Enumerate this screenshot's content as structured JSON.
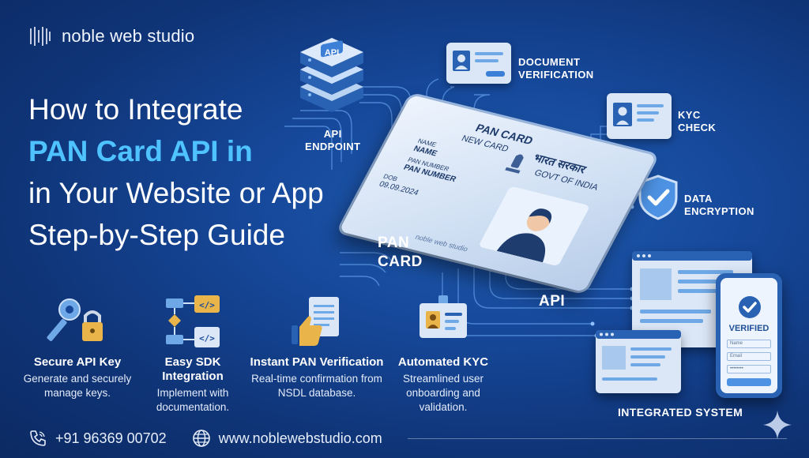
{
  "brand": {
    "name": "noble web studio"
  },
  "headline": {
    "line1": "How to Integrate",
    "line2": "PAN Card API in",
    "line3": "in Your Website or App",
    "line4": "Step-by-Step Guide"
  },
  "diagram": {
    "api_server_label": "API",
    "api_endpoint_label": "API\nENDPOINT",
    "document_verification": "DOCUMENT\nVERIFICATION",
    "kyc_check": "KYC\nCHECK",
    "data_encryption": "DATA\nENCRYPTION",
    "pan_card_label": "PAN\nCARD",
    "api_label": "API",
    "integrated_system": "INTEGRATED SYSTEM",
    "verified_text": "VERIFIED",
    "form_name": "Name",
    "form_email": "Email",
    "form_password": "••••••••"
  },
  "pan_card": {
    "title": "PAN CARD",
    "subtitle": "NEW CARD",
    "hindi_title": "भारत सरकार",
    "govt": "GOVT OF INDIA",
    "name_caption": "NAME",
    "name_value": "NAME",
    "pan_caption": "PAN NUMBER",
    "pan_value": "PAN NUMBER",
    "dob_caption": "DOB",
    "dob_value": "09.09.2024",
    "watermark": "noble web studio"
  },
  "features": [
    {
      "icon": "key-lock-icon",
      "title": "Secure API Key",
      "desc": "Generate and securely manage keys."
    },
    {
      "icon": "sdk-flow-icon",
      "title": "Easy SDK Integration",
      "desc": "Implement with documentation."
    },
    {
      "icon": "thumbs-up-document-icon",
      "title": "Instant PAN Verification",
      "desc": "Real-time confirmation from NSDL database."
    },
    {
      "icon": "id-badge-icon",
      "title": "Automated KYC",
      "desc": "Streamlined user onboarding and validation."
    }
  ],
  "footer": {
    "phone": "+91 96369 00702",
    "website": "www.noblewebstudio.com"
  },
  "colors": {
    "background": "#16489a",
    "accent": "#4fc3ff",
    "card": "#dbe7f7",
    "icon_dark": "#1e4f94",
    "icon_light": "#6fa8e6"
  }
}
